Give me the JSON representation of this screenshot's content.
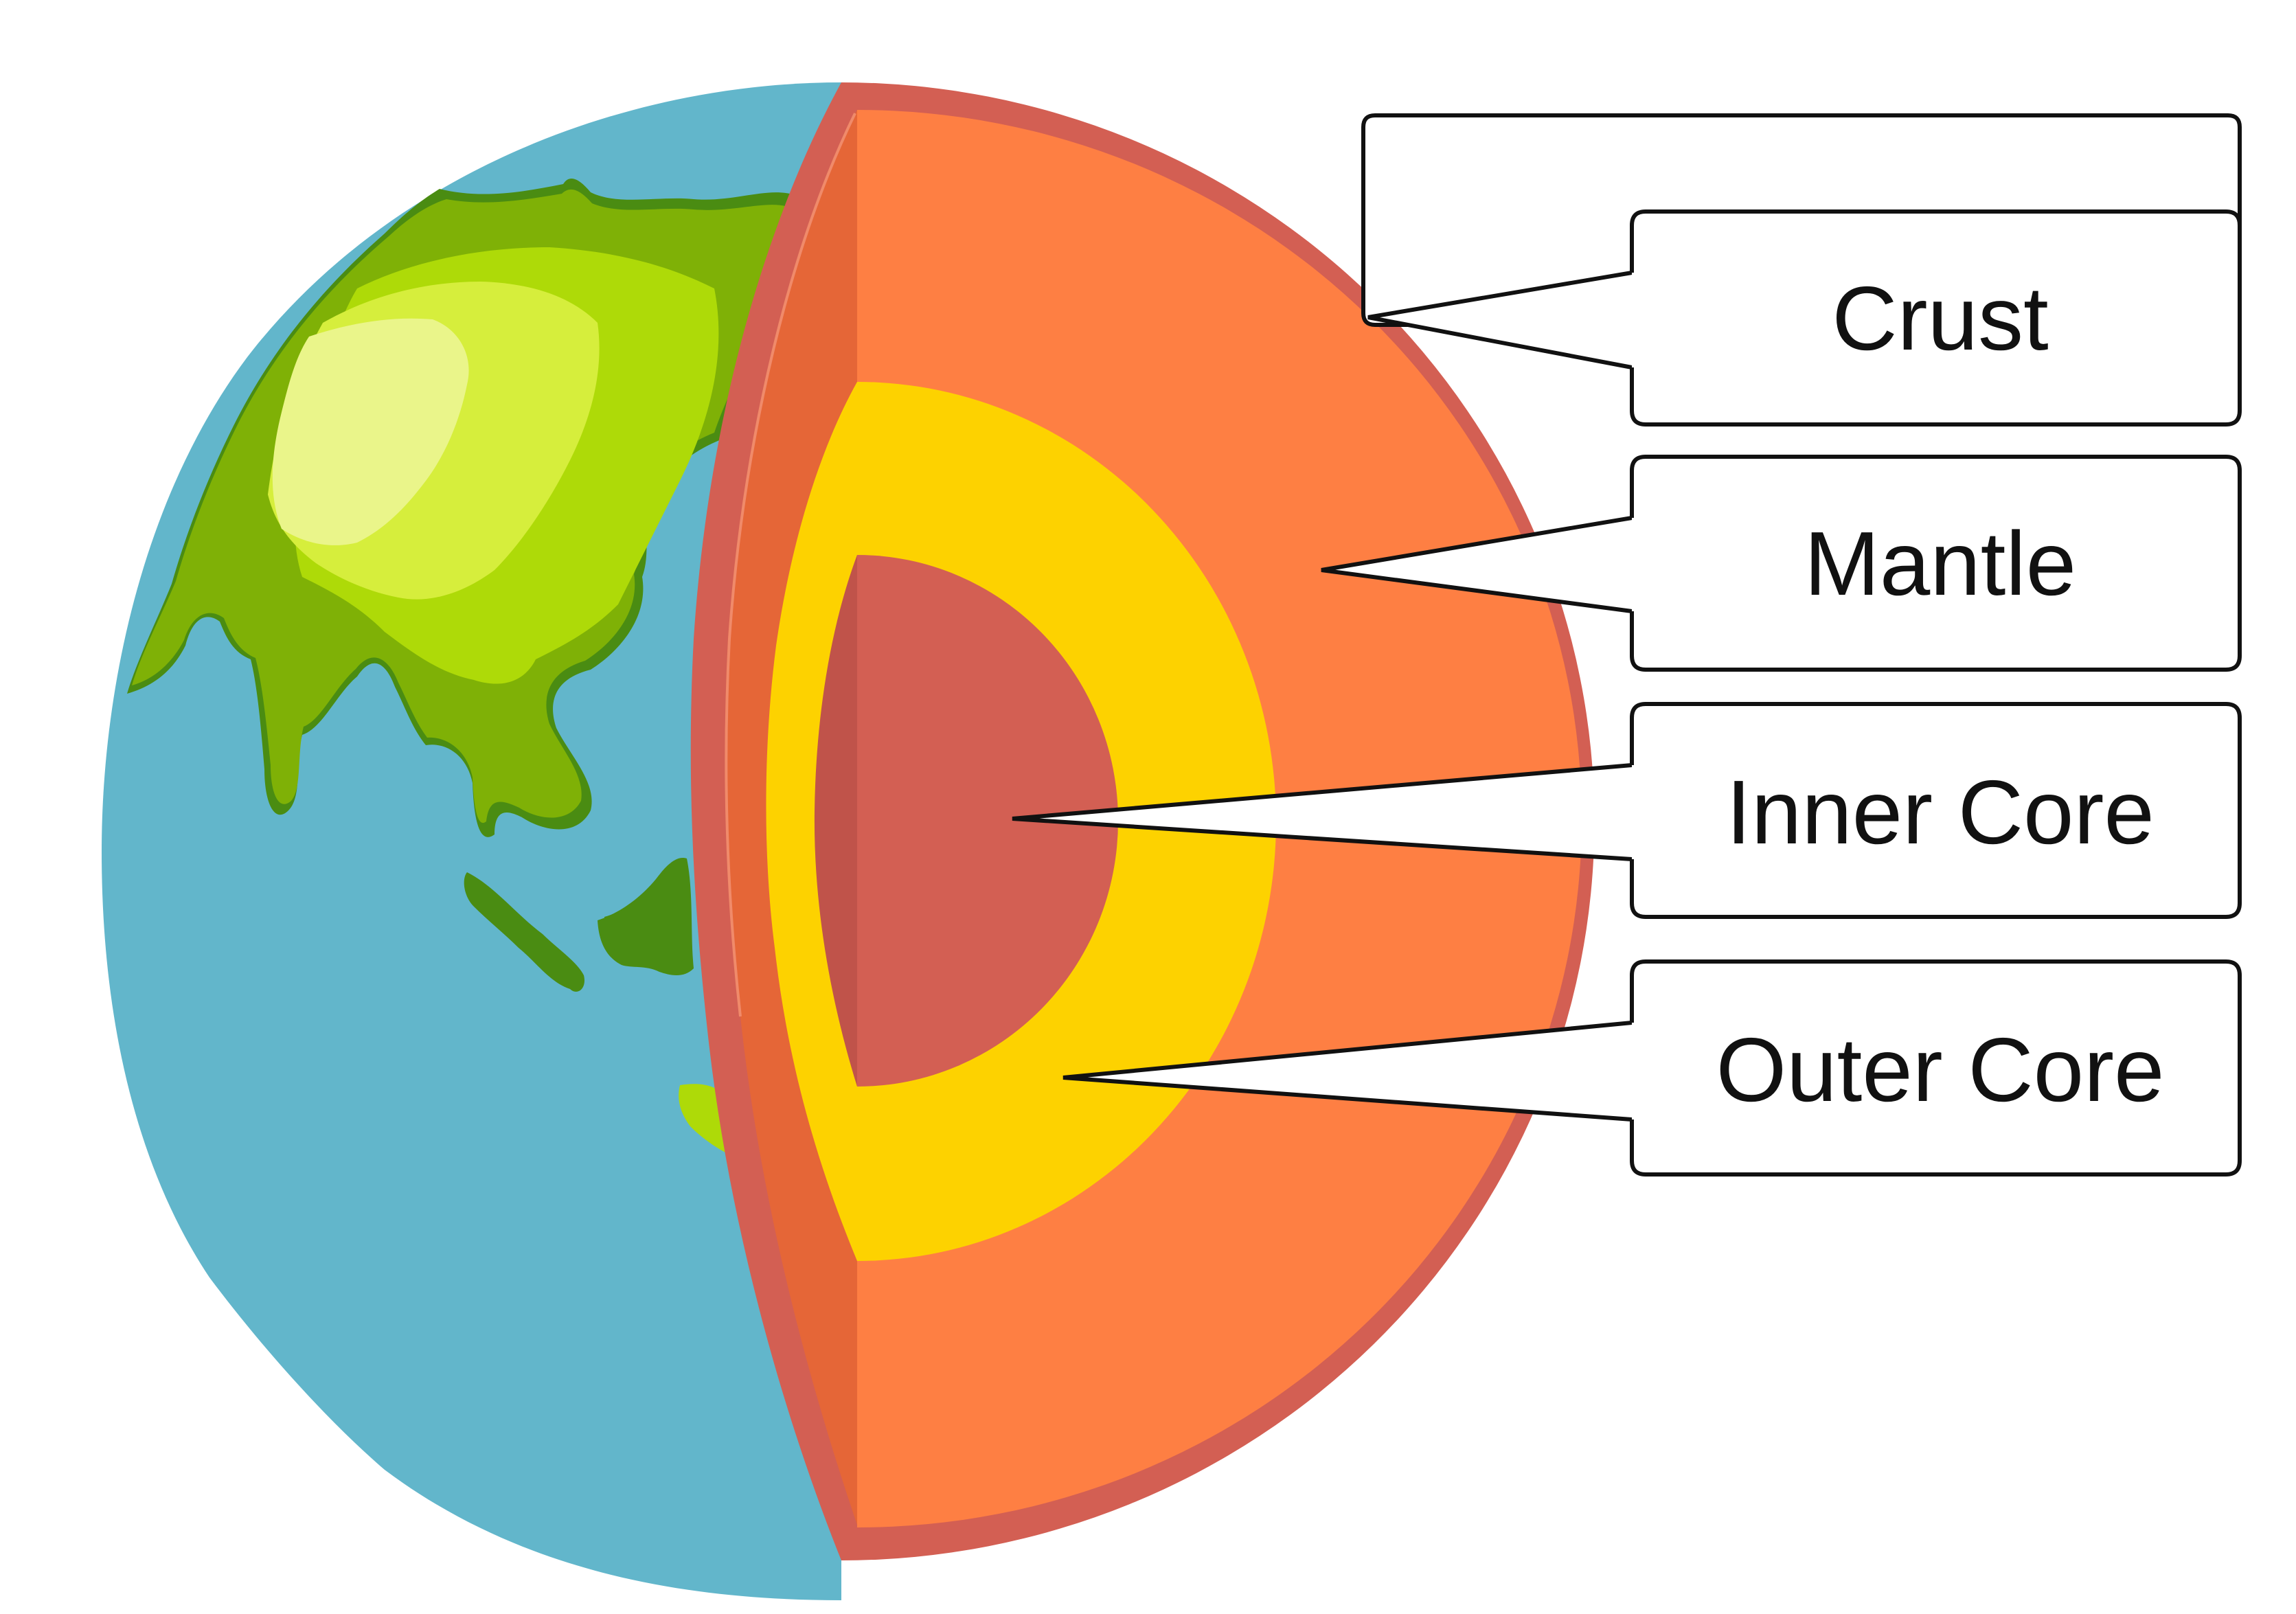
{
  "diagram": {
    "labels": [
      {
        "id": "crust",
        "text": "Crust"
      },
      {
        "id": "mantle",
        "text": "Mantle"
      },
      {
        "id": "inner_core",
        "text": "Inner Core"
      },
      {
        "id": "outer_core",
        "text": "Outer Core"
      }
    ]
  },
  "colors": {
    "ocean": "#62B6CB",
    "land_dark": "#7FB106",
    "land_mid": "#AEDA08",
    "land_light": "#D6EE3C",
    "land_highlight": "#EAF58A",
    "land_deep": "#4A8C12",
    "crust": "#D35F53",
    "mantle": "#FE7F43",
    "mantle_cut": "#E56637",
    "outer_core": "#FDD200",
    "inner_core": "#D35F53",
    "inner_core_cut": "#C0534A",
    "callout_stroke": "#111111",
    "callout_fill": "#FFFFFF"
  }
}
